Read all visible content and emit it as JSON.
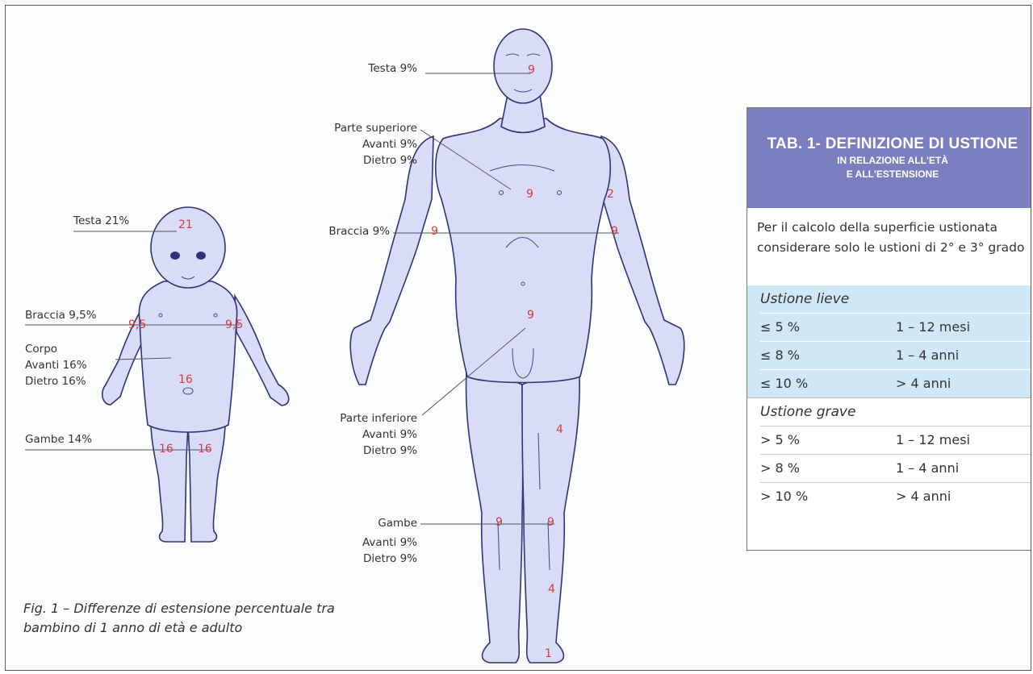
{
  "adult": {
    "labels": {
      "head": "Testa 9%",
      "upper_title": "Parte superiore",
      "upper_front": "Avanti 9%",
      "upper_back": "Dietro 9%",
      "arms": "Braccia 9%",
      "lower_title": "Parte inferiore",
      "lower_front": "Avanti 9%",
      "lower_back": "Dietro 9%",
      "legs_title": "Gambe",
      "legs_front": "Avanti 9%",
      "legs_back": "Dietro 9%"
    },
    "numbers": {
      "head": "9",
      "chest": "9",
      "shoulder": "2",
      "arm_left": "9",
      "arm_right": "9",
      "abdomen": "9",
      "thigh": "4",
      "knee_left": "9",
      "knee_right": "9",
      "shin": "4",
      "foot": "1"
    }
  },
  "child": {
    "labels": {
      "head": "Testa 21%",
      "arms": "Braccia 9,5%",
      "body_title": "Corpo",
      "body_front": "Avanti 16%",
      "body_back": "Dietro 16%",
      "legs": "Gambe 14%"
    },
    "numbers": {
      "head": "21",
      "arm_left": "9,5",
      "arm_right": "9,5",
      "body": "16",
      "leg_left": "16",
      "leg_right": "16"
    }
  },
  "caption": "Fig. 1 – Differenze di estensione percentuale tra bambino di 1 anno di età e adulto",
  "table": {
    "title": "TAB. 1- DEFINIZIONE DI USTIONE",
    "subtitle_1": "IN RELAZIONE ALL'ETÀ",
    "subtitle_2": "E ALL'ESTENSIONE",
    "intro": "Per il calcolo della superficie ustionata considerare solo le ustioni di 2° e 3° grado",
    "mild": {
      "title": "Ustione lieve",
      "rows": [
        {
          "pct": "≤ 5 %",
          "age": "1 – 12 mesi"
        },
        {
          "pct": "≤ 8 %",
          "age": "1 – 4 anni"
        },
        {
          "pct": "≤ 10 %",
          "age": "> 4 anni"
        }
      ]
    },
    "severe": {
      "title": "Ustione grave",
      "rows": [
        {
          "pct": "> 5 %",
          "age": "1 – 12 mesi"
        },
        {
          "pct": "> 8 %",
          "age": "1 – 4 anni"
        },
        {
          "pct": "> 10 %",
          "age": "> 4 anni"
        }
      ]
    }
  },
  "colors": {
    "body_fill": "#d9dcf7",
    "body_stroke": "#2f3477",
    "number_red": "#d63b3b",
    "table_header": "#7b7fbf",
    "table_band": "#d0e7f5"
  }
}
